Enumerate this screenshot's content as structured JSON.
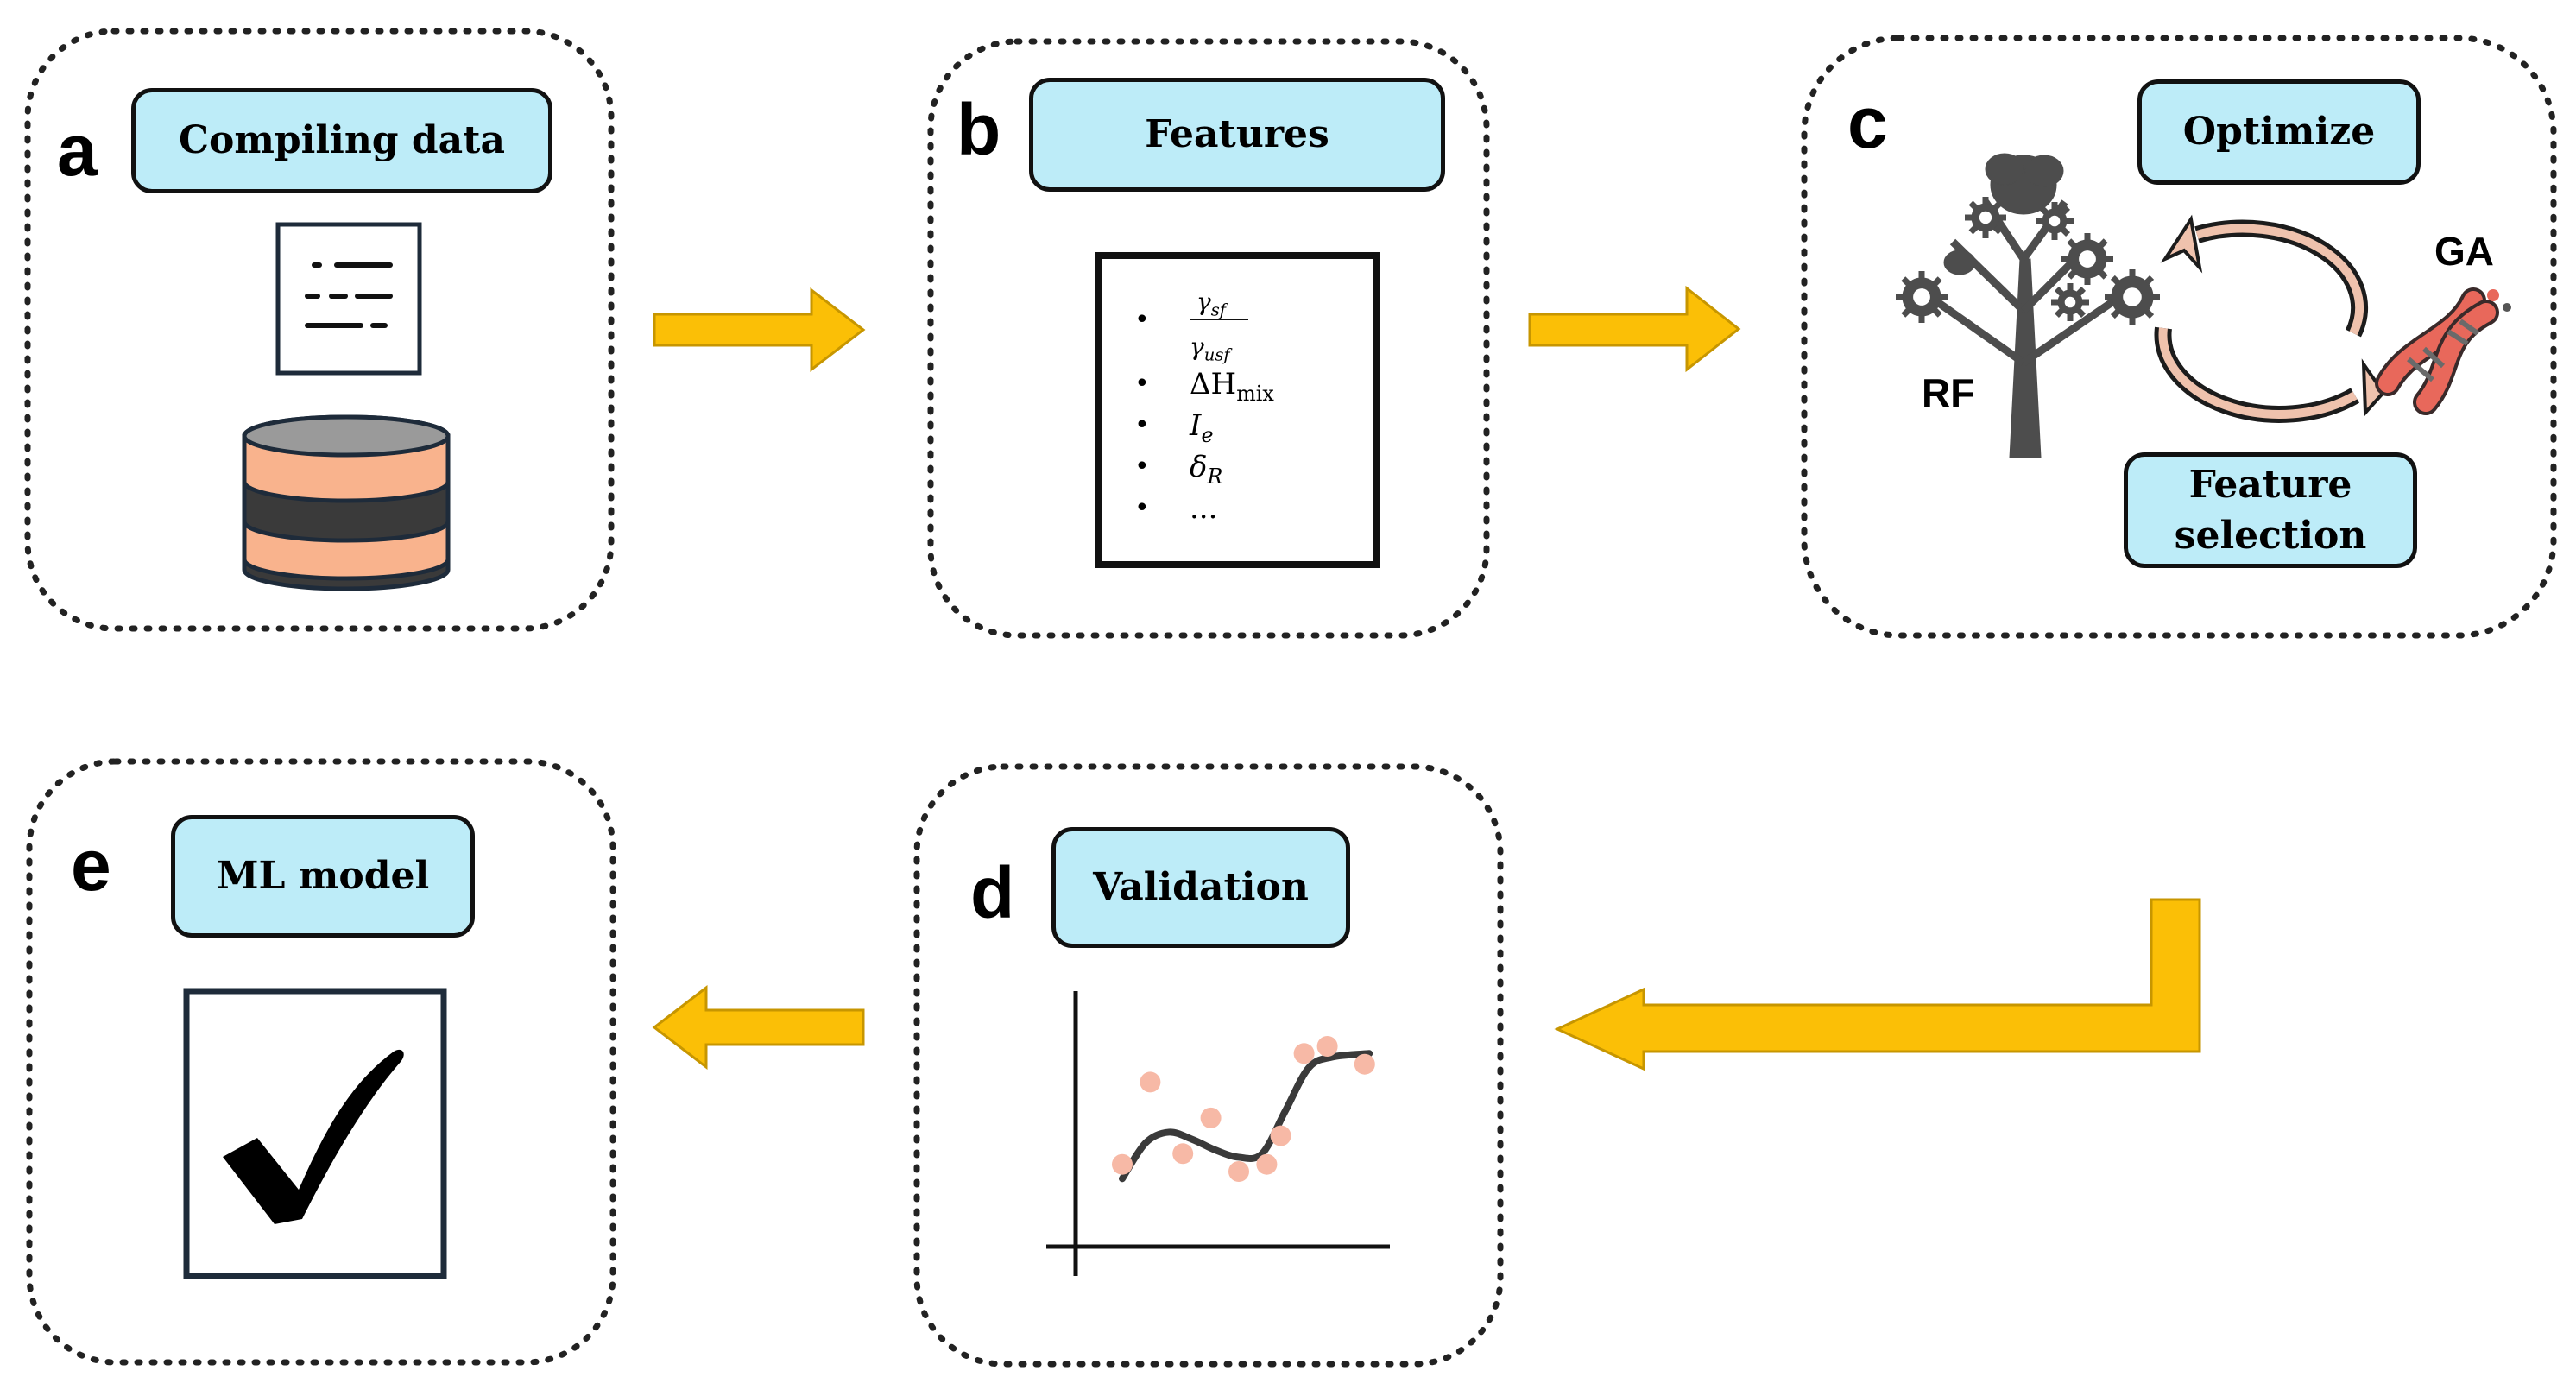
{
  "panels": [
    {
      "letter": "a",
      "title": "Compiling data"
    },
    {
      "letter": "b",
      "title": "Features"
    },
    {
      "letter": "c",
      "title": "Optimize",
      "title2": "Feature selection",
      "left_label": "RF",
      "right_label": "GA"
    },
    {
      "letter": "d",
      "title": "Validation"
    },
    {
      "letter": "e",
      "title": "ML model"
    }
  ],
  "features": {
    "fraction_numerator": "γsf",
    "fraction_denominator": "γusf",
    "items": [
      "ΔHmix",
      "Ie",
      "δR",
      "..."
    ]
  },
  "colors": {
    "arrow": "#fbbf06",
    "arrow_outline": "#c79600",
    "tag_fill": "#bdecf8",
    "db_orange": "#f9b38d",
    "db_dark": "#3a3a3a",
    "dna_red": "#e8685b",
    "point_color": "#f7b9a6",
    "tree": "#4d4d4d"
  },
  "icons": [
    "document-icon",
    "database-icon",
    "tree-icon",
    "gear-icon",
    "dna-icon",
    "cycle-arrows-icon",
    "checkmark-icon",
    "scatter-plot-icon"
  ],
  "chart_data": {
    "type": "scatter",
    "title": "",
    "xlabel": "",
    "ylabel": "",
    "note": "schematic scatter with fitted curve",
    "x": [
      1.0,
      1.6,
      2.3,
      2.9,
      3.5,
      4.1,
      4.4,
      4.9,
      5.4,
      6.2
    ],
    "y": [
      2.3,
      4.6,
      2.6,
      3.6,
      2.1,
      2.3,
      3.1,
      5.4,
      5.6,
      5.1
    ],
    "fit_x": [
      1.0,
      1.5,
      2.0,
      2.5,
      3.0,
      3.5,
      4.0,
      4.5,
      5.0,
      5.5,
      6.3
    ],
    "fit_y": [
      1.9,
      2.9,
      3.2,
      3.0,
      2.7,
      2.5,
      2.6,
      3.8,
      5.0,
      5.3,
      5.4
    ],
    "xlim": [
      0,
      9
    ],
    "ylim": [
      0,
      7
    ]
  }
}
